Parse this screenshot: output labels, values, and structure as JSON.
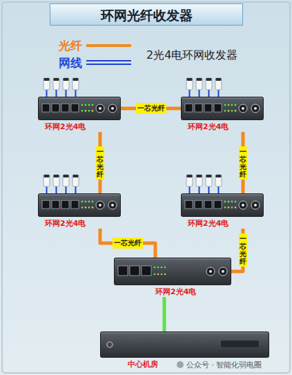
{
  "diagram": {
    "title": "环网光纤收发器",
    "nodes": [
      {
        "text": [
          "环网2光4电"
        ]
      },
      {
        "text": [
          "环网2光4电"
        ]
      },
      {
        "text": [
          "环网2光4电"
        ]
      },
      {
        "text": [
          "环网2光4电"
        ]
      },
      {
        "text": [
          "环网2光4电"
        ]
      },
      {
        "text": [
          "中心机房"
        ]
      }
    ],
    "edges": [
      {
        "from": 0,
        "to": 1,
        "arrow": "none",
        "label": "一芯光纤"
      },
      {
        "from": 0,
        "to": 2,
        "arrow": "none",
        "label": "一芯光纤"
      },
      {
        "from": 1,
        "to": 3,
        "arrow": "none",
        "label": "一芯光纤"
      },
      {
        "from": 2,
        "to": 4,
        "arrow": "none",
        "label": "一芯光纤"
      },
      {
        "from": 3,
        "to": 4,
        "arrow": "none",
        "label": "一芯光纤"
      },
      {
        "from": 4,
        "to": 5,
        "arrow": "none"
      }
    ],
    "labels": [
      "2光4电环网收发器",
      "公众号 · 智能化弱电圈"
    ],
    "legend": [
      {
        "text": "光纤"
      },
      {
        "text": "网线"
      }
    ]
  }
}
